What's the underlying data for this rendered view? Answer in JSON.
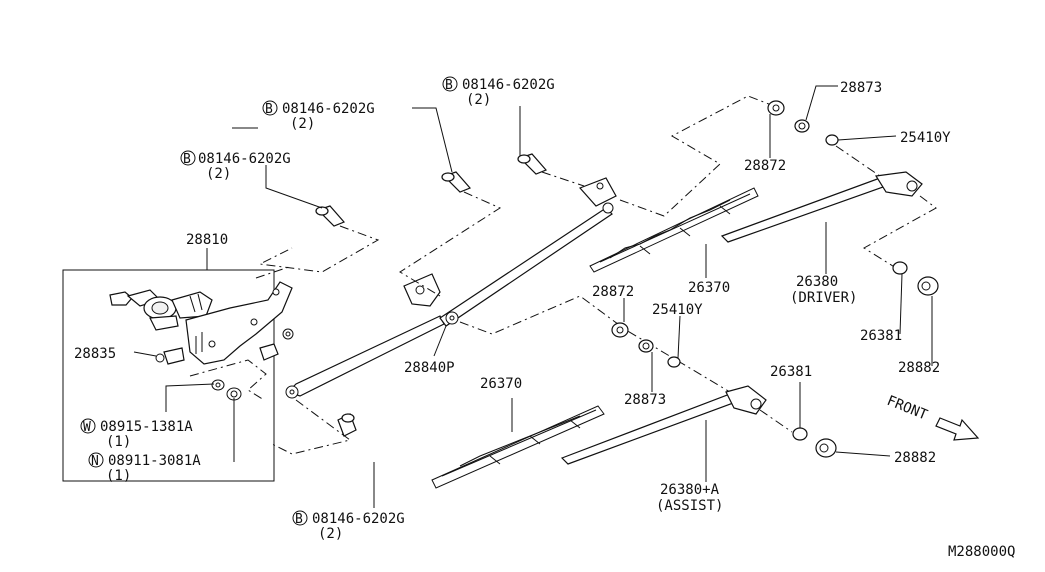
{
  "labels": {
    "motor_assy": "28810",
    "bracket": "28835",
    "link_assy": "28840P",
    "blade_driver": "26370",
    "blade_assist": "26370",
    "arm_driver": "26380",
    "arm_driver_note": "(DRIVER)",
    "arm_assist": "26380+A",
    "arm_assist_note": "(ASSIST)",
    "cap_26381_right": "26381",
    "cap_26381_lower": "26381",
    "cap_28882_right": "28882",
    "cap_28882_lower": "28882",
    "nut_28873_top": "28873",
    "nut_28873_mid": "28873",
    "bush_28872_top": "28872",
    "bush_28872_mid": "28872",
    "nut_25410y_top": "25410Y",
    "nut_25410y_mid": "25410Y",
    "front": "FRONT",
    "diagram_code": "M288000Q"
  },
  "bolts": [
    {
      "prefix": "B",
      "part": "08146-6202G",
      "qty": "(2)"
    },
    {
      "prefix": "B",
      "part": "08146-6202G",
      "qty": "(2)"
    },
    {
      "prefix": "B",
      "part": "08146-6202G",
      "qty": "(2)"
    },
    {
      "prefix": "B",
      "part": "08146-6202G",
      "qty": "(2)"
    }
  ],
  "washer": {
    "prefix": "W",
    "part": "08915-1381A",
    "qty": "(1)"
  },
  "nut": {
    "prefix": "N",
    "part": "08911-3081A",
    "qty": "(1)"
  }
}
